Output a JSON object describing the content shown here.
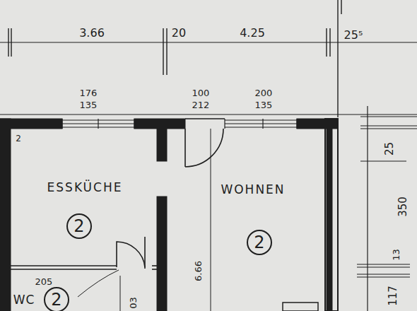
{
  "diagram": {
    "nodes": [
      {
        "text": [
          "2"
        ]
      },
      {
        "text": [
          "2"
        ]
      },
      {
        "text": [
          "2"
        ]
      }
    ],
    "labels": [
      "3.66",
      "20",
      "4.25",
      "25⁵",
      "176",
      "135",
      "100",
      "212",
      "200",
      "135",
      "2",
      "ESSKÜCHE",
      "WOHNEN",
      "205",
      "WC",
      "6.66",
      "03",
      "25",
      "350",
      "13",
      "117"
    ]
  }
}
